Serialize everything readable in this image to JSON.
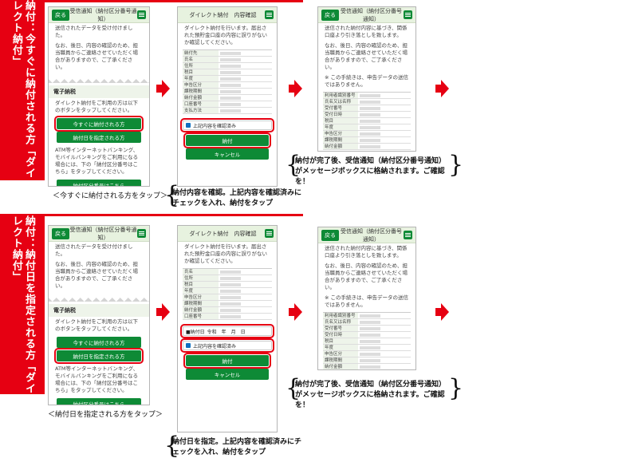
{
  "banner_top": "納付：今すぐに納付される方「ダイレクト納付」",
  "banner_bottom": "納付：納付日を指定される方「ダイレクト納付」",
  "screen1": {
    "back": "戻る",
    "title": "受信通知（納付区分番号通知）",
    "body1": "送信されたデータを受け付けました。",
    "body2": "なお、後日、内容の確認のため、担当職員からご連絡させていただく場合がありますので、ご了承ください。",
    "section": "電子納税",
    "body3": "ダイレクト納付をご利用の方は以下のボタンをタップしてください。",
    "btn_now": "今すぐに納付される方",
    "btn_date": "納付日を指定される方",
    "body4": "ATM等インターネットバンキング、モバイルバンキングをご利用になる場合には、下の「納付区分番号はこちら」をタップしてください。",
    "btn_num": "納付区分番号はこちら"
  },
  "screen2": {
    "title": "ダイレクト納付　内容確認",
    "body": "ダイレクト納付を行います。届出された預貯金口座の内容に誤りがないか確認してください。",
    "rows": [
      "納付先",
      "氏名",
      "住所",
      "税目",
      "年度",
      "申告区分",
      "課税期間",
      "納付金額",
      "口座番号",
      "支払方法"
    ],
    "check": "上記内容を確認済み",
    "btn_pay": "納付",
    "btn_cancel": "キャンセル",
    "date_label": "■納付日",
    "date_value": "令和　年　月　日"
  },
  "screen3": {
    "back": "戻る",
    "title": "受信通知（納付区分番号通知）",
    "body1": "送信された納付内容に基づき、関係口座より引き落としを致します。",
    "body2": "なお、後日、内容の確認のため、担当職員からご連絡させていただく場合がありますので、ご了承ください。",
    "body3": "※ この手続きは、申告データの送信ではありません。",
    "rows": [
      "利用者識別番号",
      "氏名又は名称",
      "受付番号",
      "受付日時",
      "税目",
      "年度",
      "申告区分",
      "課税期間",
      "納付金額"
    ]
  },
  "caps": {
    "tap_now": "＜今すぐに納付される方をタップ＞",
    "tap_date": "＜納付日を指定される方をタップ＞",
    "confirm_top": "納付内容を確認。上記内容を確認済みにチェックを入れ、納付をタップ",
    "confirm_bot": "納付日を指定。上記内容を確認済みにチェックを入れ、納付をタップ",
    "complete": "納付が完了後、受信通知（納付区分番号通知）がメッセージボックスに格納されます。ご確認を！"
  }
}
